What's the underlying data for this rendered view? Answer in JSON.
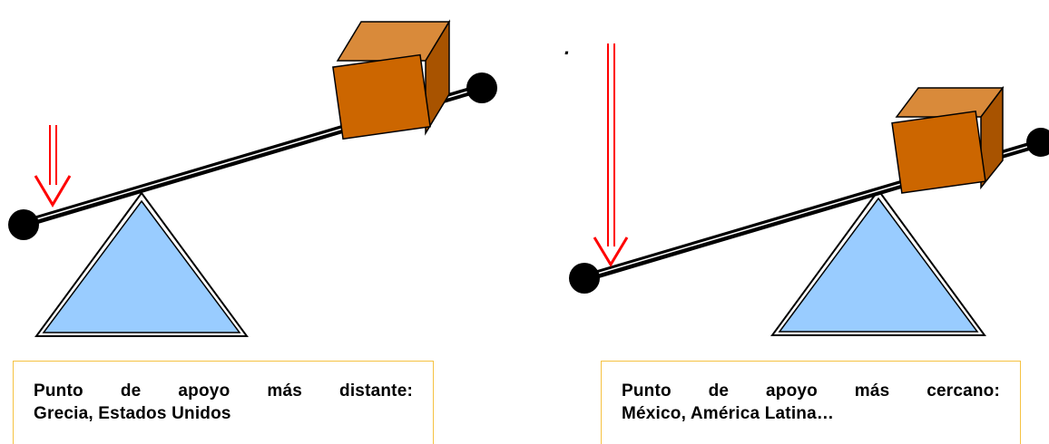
{
  "panels": [
    {
      "id": "left",
      "caption_line1": "Punto de apoyo más distante:",
      "caption_line2": "Grecia, Estados Unidos"
    },
    {
      "id": "right",
      "caption_line1": "Punto de apoyo más cercano:",
      "caption_line2": "México, América Latina…"
    }
  ],
  "stray_mark": ".",
  "colors": {
    "fulcrum_fill": "#99ccff",
    "box_front": "#cc6600",
    "box_top": "#d98a3a",
    "box_side": "#a85300",
    "arrow": "#ff0000",
    "beam": "#000000",
    "caption_border": "#f5c242"
  }
}
